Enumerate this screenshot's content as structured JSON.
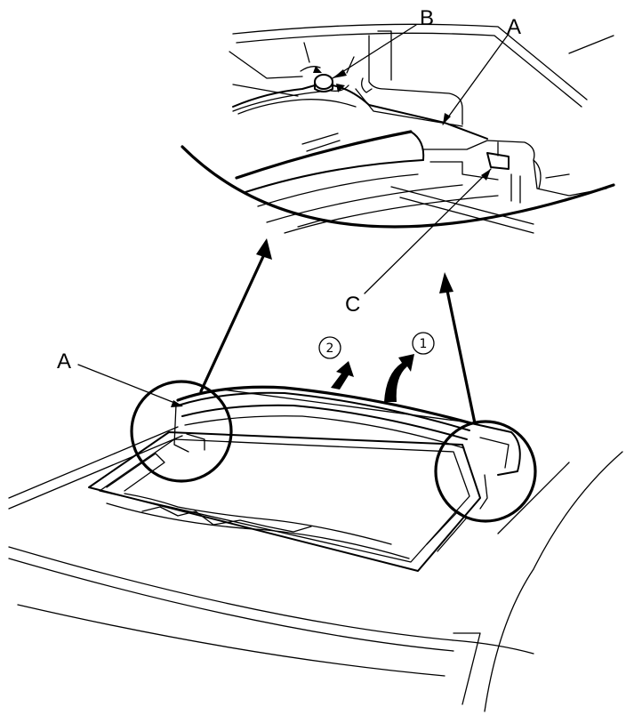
{
  "labels": {
    "a_top": "A",
    "b": "B",
    "c": "C",
    "a_left": "A"
  },
  "steps": {
    "step1": "1",
    "step2": "2"
  }
}
